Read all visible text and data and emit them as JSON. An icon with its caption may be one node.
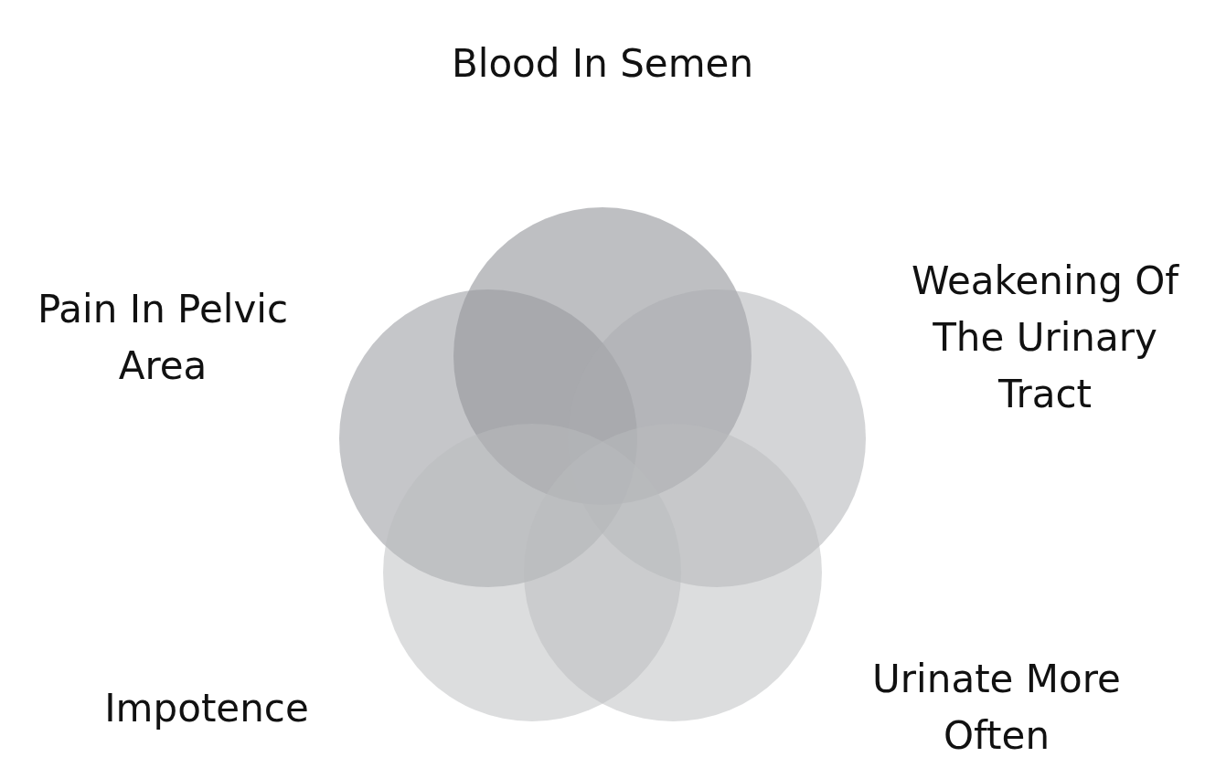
{
  "diagram": {
    "nodes": [
      {
        "text": [],
        "shape": "circle",
        "beside": [
          "Blood In Semen"
        ]
      },
      {
        "text": [],
        "shape": "circle",
        "beside": [
          "Pain In Pelvic Area"
        ]
      },
      {
        "text": [],
        "shape": "circle",
        "beside": [
          "Weakening Of The Urinary Tract"
        ]
      },
      {
        "text": [],
        "shape": "circle",
        "beside": [
          "Impotence"
        ]
      },
      {
        "text": [],
        "shape": "circle",
        "beside": [
          "Urinate More Often"
        ]
      }
    ]
  }
}
